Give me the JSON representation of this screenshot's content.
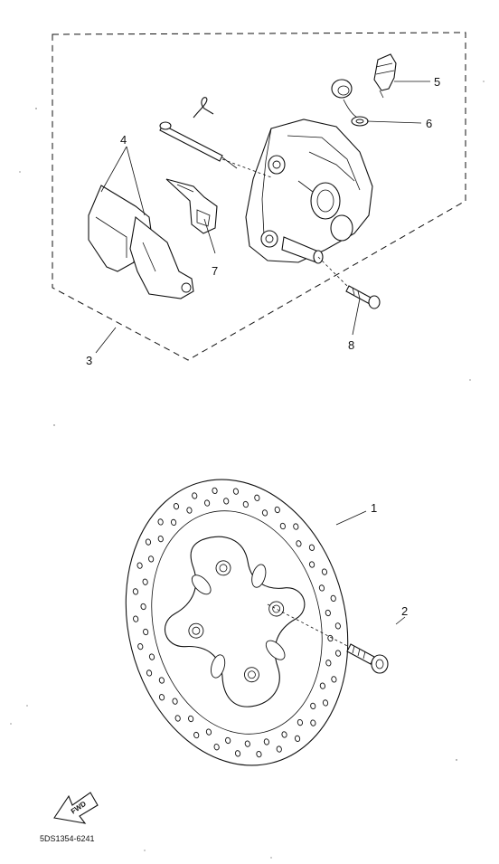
{
  "diagram": {
    "callouts": {
      "c1": "1",
      "c2": "2",
      "c3": "3",
      "c4": "4",
      "c5": "5",
      "c6": "6",
      "c7": "7",
      "c8": "8"
    },
    "fwd_label": "FWD",
    "diagram_code": "5DS1354-6241"
  }
}
